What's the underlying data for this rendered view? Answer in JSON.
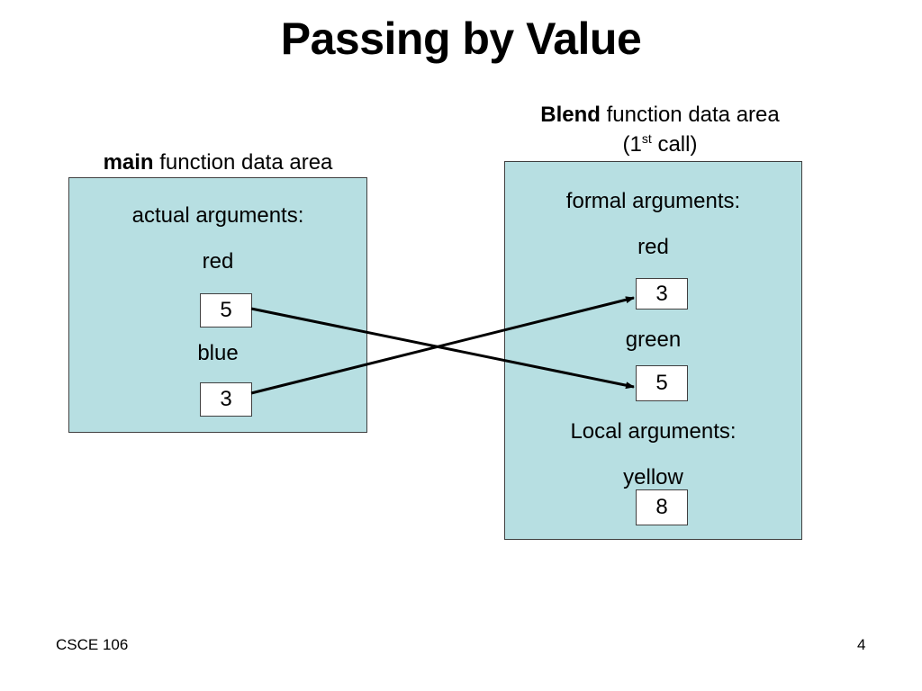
{
  "title": "Passing by Value",
  "main_area": {
    "caption_bold": "main",
    "caption_rest": " function data area",
    "section_label": "actual arguments:",
    "variables": [
      {
        "name": "red",
        "value": "5"
      },
      {
        "name": "blue",
        "value": "3"
      }
    ]
  },
  "blend_area": {
    "caption_bold": "Blend",
    "caption_rest": " function data area",
    "caption_line2_pre": "(1",
    "caption_line2_sup": "st",
    "caption_line2_post": " call)",
    "formal_label": "formal arguments:",
    "formal_variables": [
      {
        "name": "red",
        "value": "3"
      },
      {
        "name": "green",
        "value": "5"
      }
    ],
    "local_label": "Local arguments:",
    "local_variables": [
      {
        "name": "yellow",
        "value": "8"
      }
    ]
  },
  "footer": {
    "course": "CSCE 106",
    "page_number": "4"
  },
  "colors": {
    "area_fill": "#b7dfe2",
    "border": "#404040",
    "arrow": "#000000"
  }
}
